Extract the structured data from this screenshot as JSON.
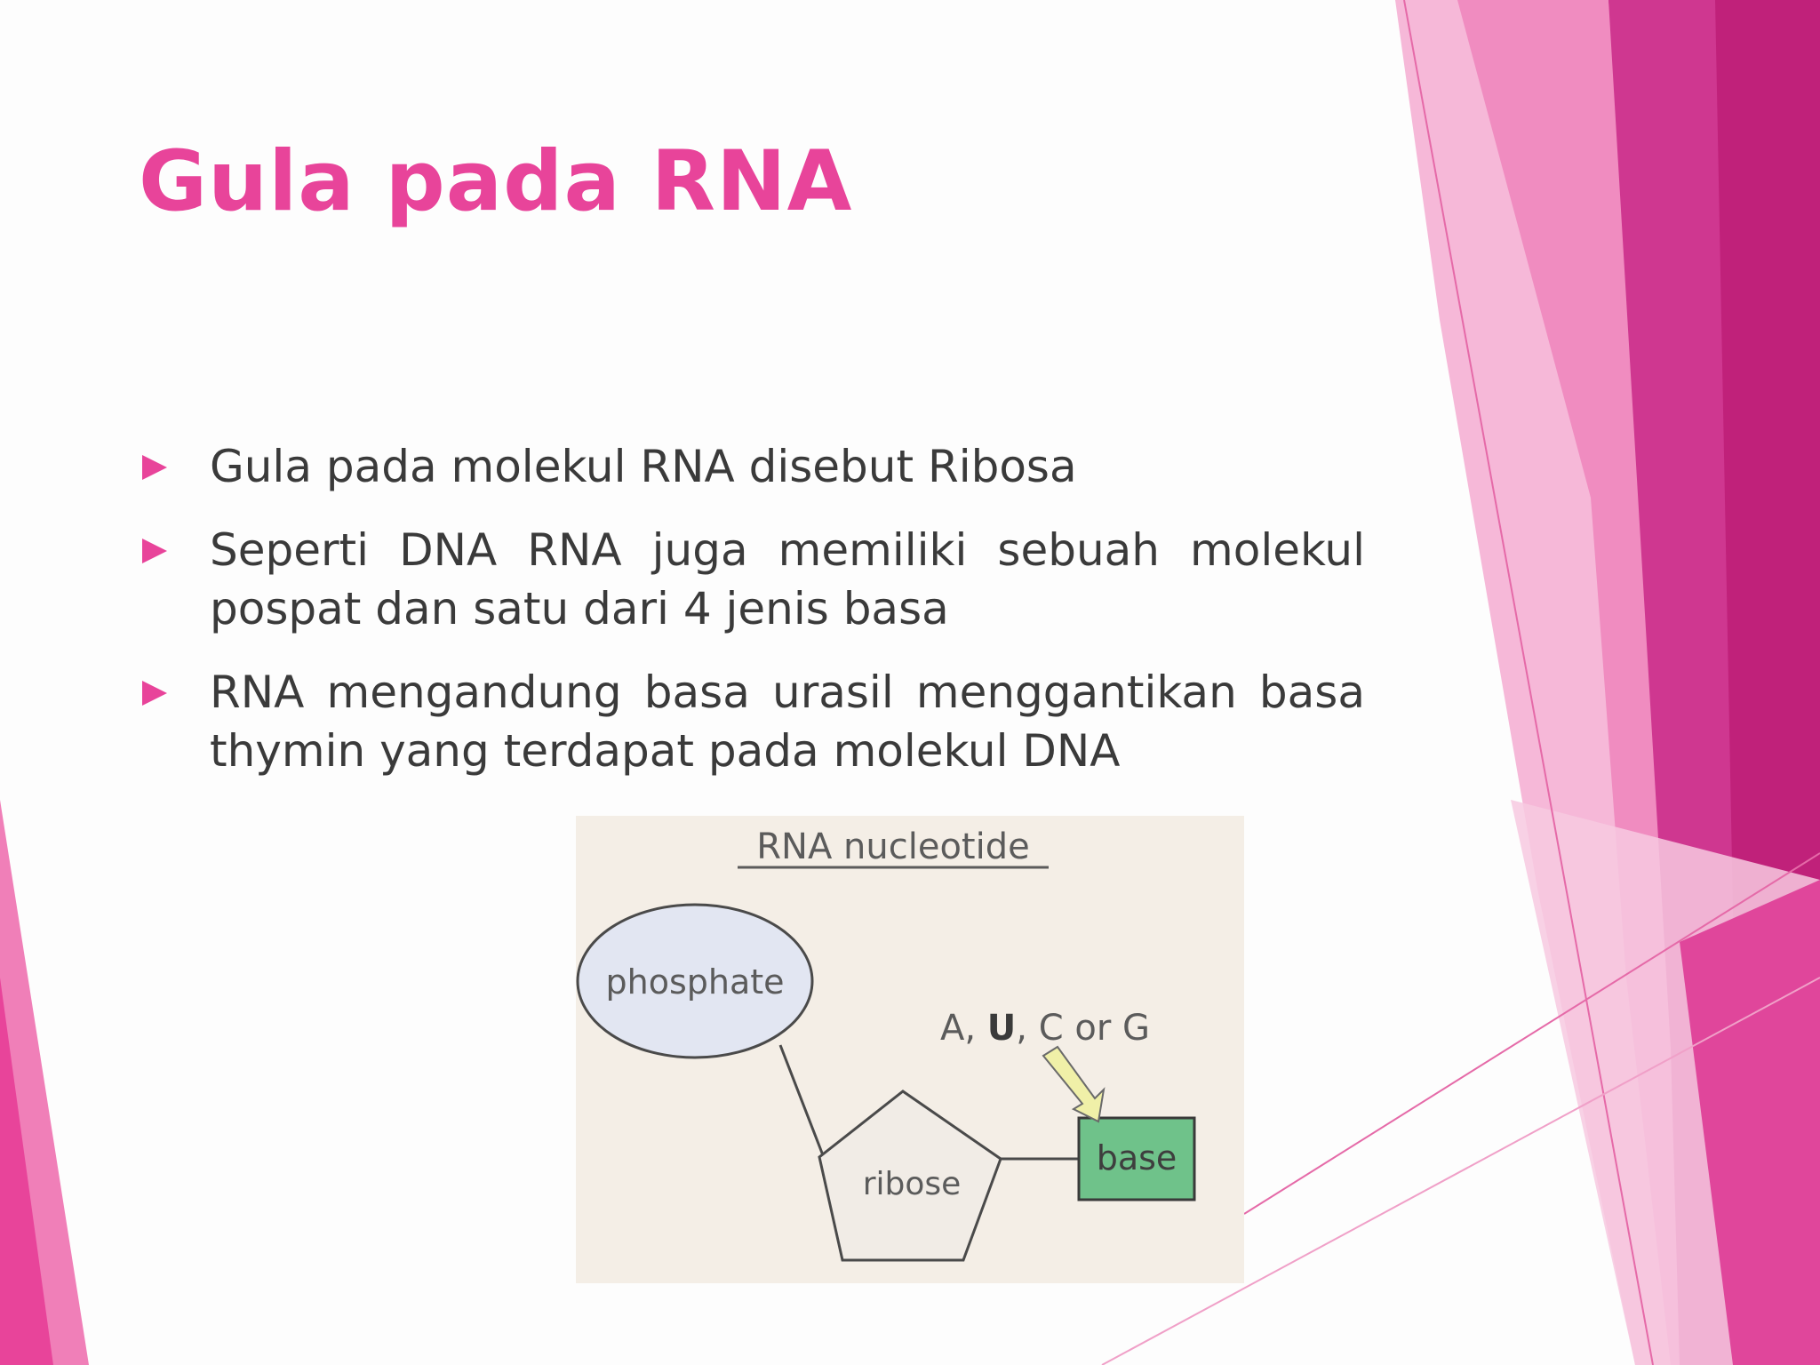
{
  "slide": {
    "title": "Gula pada RNA",
    "bullets": [
      "Gula pada molekul RNA disebut Ribosa",
      "Seperti DNA RNA juga memiliki sebuah molekul pospat dan satu dari 4 jenis basa",
      "RNA mengandung basa urasil menggantikan basa thymin yang terdapat pada molekul DNA"
    ]
  },
  "diagram": {
    "title": "RNA nucleotide",
    "phosphate_label": "phosphate",
    "ribose_label": "ribose",
    "base_label": "base",
    "bases_annotation_a": "A, ",
    "bases_annotation_u": "U",
    "bases_annotation_rest": ", C or G"
  },
  "colors": {
    "accent": "#e8449a",
    "deep_magenta": "#c0217a",
    "light_pink": "#f4a9d0",
    "phosphate_fill": "#e2e6f2",
    "base_fill": "#6fc28a",
    "figure_bg": "#f4eee6"
  }
}
